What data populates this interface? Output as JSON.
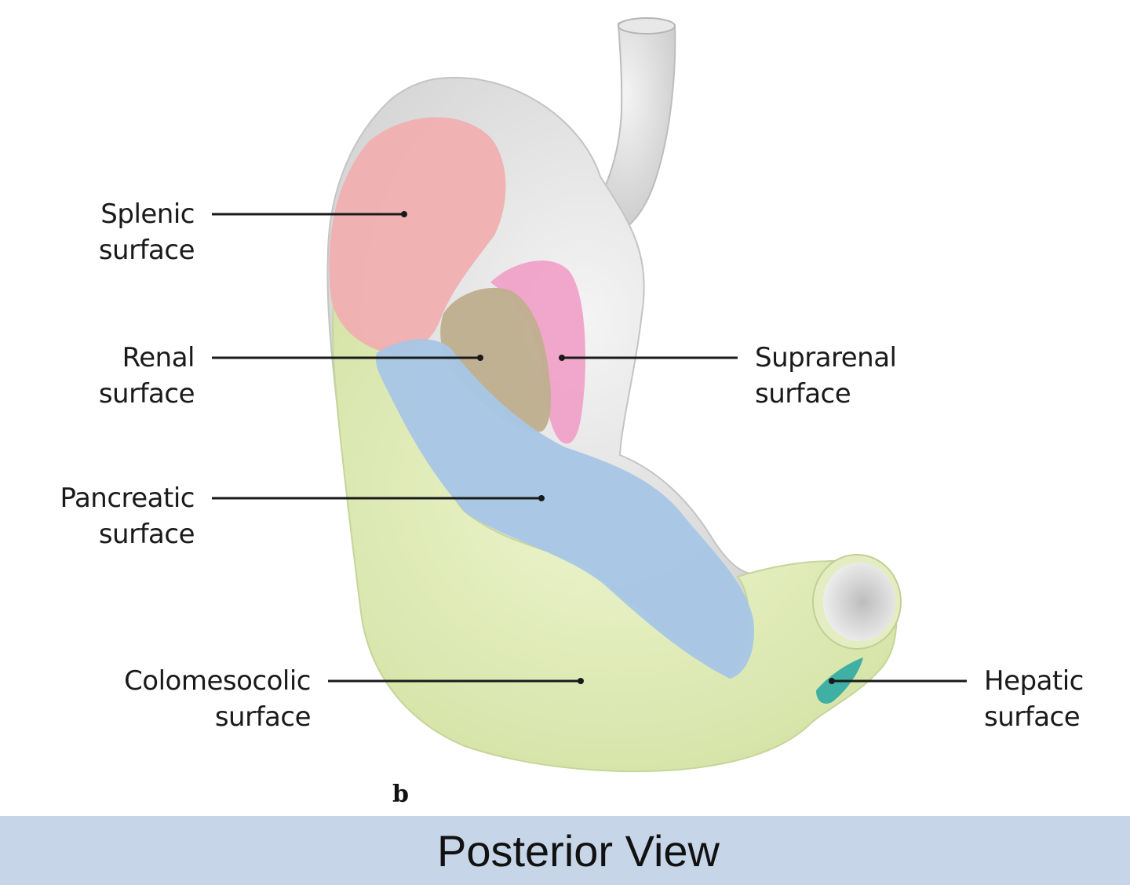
{
  "labels": {
    "splenic": [
      "Splenic",
      "surface"
    ],
    "renal": [
      "Renal",
      "surface"
    ],
    "pancreatic": [
      "Pancreatic",
      "surface"
    ],
    "colomesocolic": [
      "Colomesocolic",
      "surface"
    ],
    "suprarenal": [
      "Suprarenal",
      "surface"
    ],
    "hepatic": [
      "Hepatic",
      "surface"
    ]
  },
  "panel_letter": "b",
  "caption": "Posterior View",
  "colors": {
    "stomach_base": "#dcdcdc",
    "splenic": "#f1aeae",
    "renal": "#bfae8e",
    "suprarenal": "#f0a2c8",
    "pancreatic": "#a7c6e6",
    "colomesocolic": "#dde8b4",
    "hepatic": "#3fb0a3",
    "caption_bar": "#c6d5e8"
  }
}
